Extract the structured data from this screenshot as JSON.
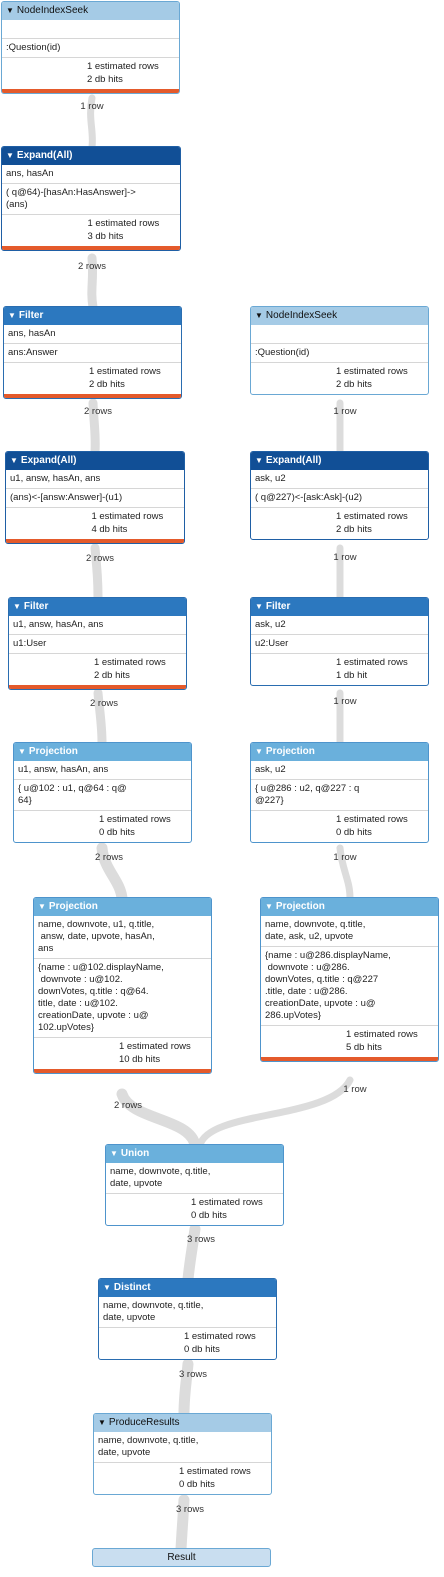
{
  "ops": [
    {
      "title": "NodeIndexSeek",
      "details": [
        "",
        ":Question(id)"
      ],
      "est": "1 estimated rows",
      "hits": "2 db hits",
      "rows_label": "1 row"
    },
    {
      "title": "Expand(All)",
      "details": [
        "ans, hasAn",
        "( q@64)-[hasAn:HasAnswer]->\n(ans)"
      ],
      "est": "1 estimated rows",
      "hits": "3 db hits",
      "rows_label": "2 rows"
    },
    {
      "title": "Filter",
      "details": [
        "ans, hasAn",
        "ans:Answer"
      ],
      "est": "1 estimated rows",
      "hits": "2 db hits",
      "rows_label": "2 rows"
    },
    {
      "title": "Expand(All)",
      "details": [
        "u1, answ, hasAn, ans",
        "(ans)<-[answ:Answer]-(u1)"
      ],
      "est": "1 estimated rows",
      "hits": "4 db hits",
      "rows_label": "2 rows"
    },
    {
      "title": "Filter",
      "details": [
        "u1, answ, hasAn, ans",
        "u1:User"
      ],
      "est": "1 estimated rows",
      "hits": "2 db hits",
      "rows_label": "2 rows"
    },
    {
      "title": "Projection",
      "details": [
        "u1, answ, hasAn, ans",
        "{ u@102 : u1, q@64 : q@\n64}"
      ],
      "est": "1 estimated rows",
      "hits": "0 db hits",
      "rows_label": "2 rows"
    },
    {
      "title": "Projection",
      "details": [
        "name, downvote, u1, q.title,\n answ, date, upvote, hasAn,\nans",
        "{name : u@102.displayName,\n downvote : u@102.\ndownVotes, q.title : q@64.\ntitle, date : u@102.\ncreationDate, upvote : u@\n102.upVotes}"
      ],
      "est": "1 estimated rows",
      "hits": "10 db hits",
      "rows_label": "2 rows"
    },
    {
      "title": "NodeIndexSeek",
      "details": [
        "",
        ":Question(id)"
      ],
      "est": "1 estimated rows",
      "hits": "2 db hits",
      "rows_label": "1 row"
    },
    {
      "title": "Expand(All)",
      "details": [
        "ask, u2",
        "( q@227)<-[ask:Ask]-(u2)"
      ],
      "est": "1 estimated rows",
      "hits": "2 db hits",
      "rows_label": "1 row"
    },
    {
      "title": "Filter",
      "details": [
        "ask, u2",
        "u2:User"
      ],
      "est": "1 estimated rows",
      "hits": "1 db hit",
      "rows_label": "1 row"
    },
    {
      "title": "Projection",
      "details": [
        "ask, u2",
        "{ u@286 : u2, q@227 : q\n@227}"
      ],
      "est": "1 estimated rows",
      "hits": "0 db hits",
      "rows_label": "1 row"
    },
    {
      "title": "Projection",
      "details": [
        "name, downvote, q.title,\ndate, ask, u2, upvote",
        "{name : u@286.displayName,\n downvote : u@286.\ndownVotes, q.title : q@227\n.title, date : u@286.\ncreationDate, upvote : u@\n286.upVotes}"
      ],
      "est": "1 estimated rows",
      "hits": "5 db hits",
      "rows_label": "1 row"
    },
    {
      "title": "Union",
      "details": [
        "name, downvote, q.title,\ndate, upvote"
      ],
      "est": "1 estimated rows",
      "hits": "0 db hits",
      "rows_label": "3 rows"
    },
    {
      "title": "Distinct",
      "details": [
        "name, downvote, q.title,\ndate, upvote"
      ],
      "est": "1 estimated rows",
      "hits": "0 db hits",
      "rows_label": "3 rows"
    },
    {
      "title": "ProduceResults",
      "details": [
        "name, downvote, q.title,\ndate, upvote"
      ],
      "est": "1 estimated rows",
      "hits": "0 db hits",
      "rows_label": "3 rows"
    }
  ],
  "result_label": "Result"
}
